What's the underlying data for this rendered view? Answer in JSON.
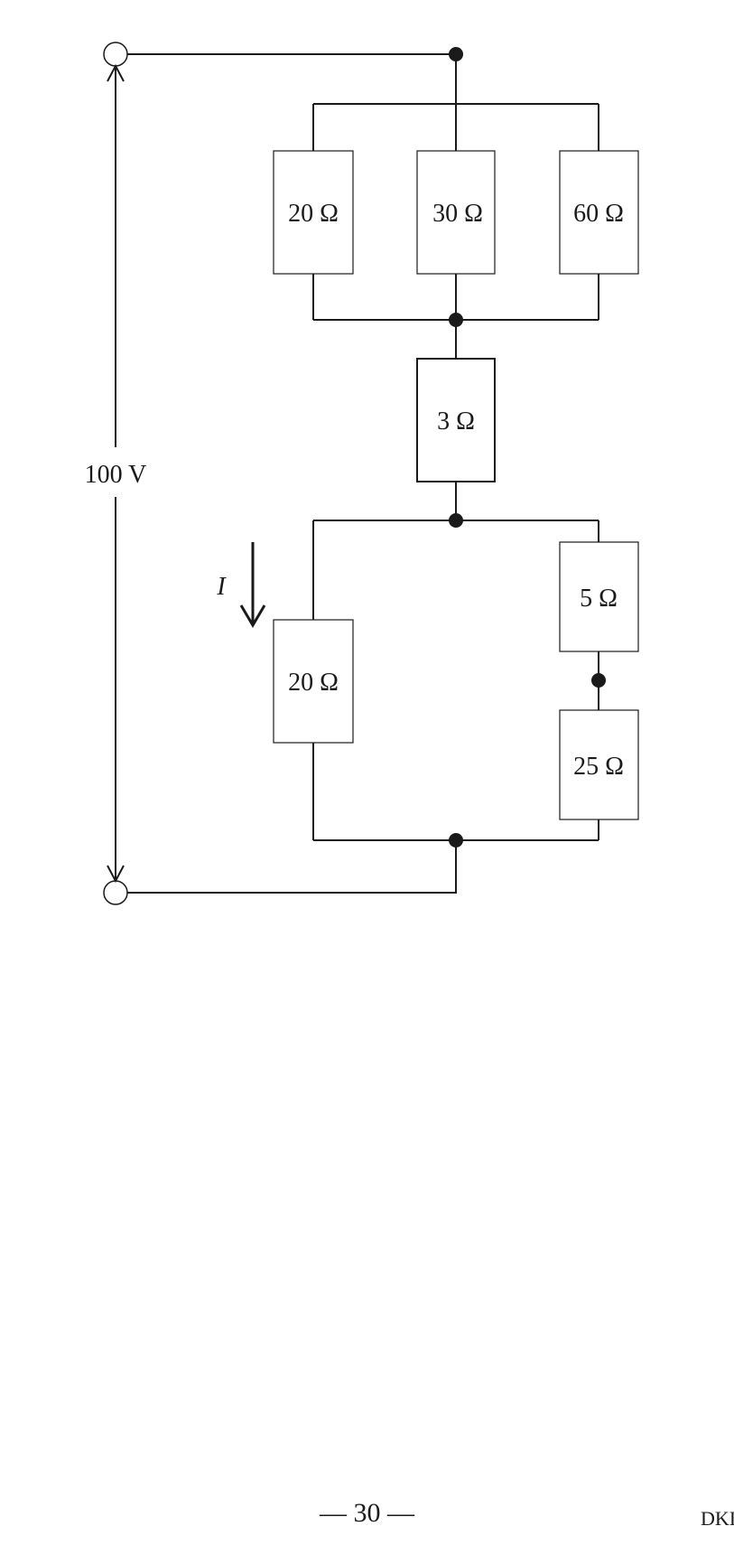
{
  "circuit": {
    "voltage_label": "100 V",
    "current_label": "I",
    "resistors": {
      "top_left": "20 Ω",
      "top_middle": "30 Ω",
      "top_right": "60 Ω",
      "series": "3 Ω",
      "bottom_left": "20 Ω",
      "bottom_right_upper": "5 Ω",
      "bottom_right_lower": "25 Ω"
    }
  },
  "footer": {
    "page_number": "— 30 —",
    "code": "DKI"
  }
}
